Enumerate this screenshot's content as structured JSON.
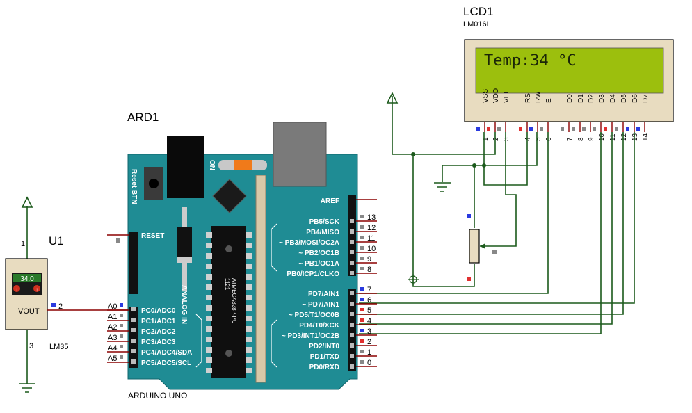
{
  "lcd": {
    "ref": "LCD1",
    "model": "LM016L",
    "display_text": "Temp:34 °C",
    "pins": [
      {
        "name": "VSS",
        "num": "1"
      },
      {
        "name": "VDD",
        "num": "2"
      },
      {
        "name": "VEE",
        "num": "3"
      },
      {
        "name": "RS",
        "num": "4"
      },
      {
        "name": "RW",
        "num": "5"
      },
      {
        "name": "E",
        "num": "6"
      },
      {
        "name": "D0",
        "num": "7"
      },
      {
        "name": "D1",
        "num": "8"
      },
      {
        "name": "D2",
        "num": "9"
      },
      {
        "name": "D3",
        "num": "10"
      },
      {
        "name": "D4",
        "num": "11"
      },
      {
        "name": "D5",
        "num": "12"
      },
      {
        "name": "D6",
        "num": "13"
      },
      {
        "name": "D7",
        "num": "14"
      }
    ]
  },
  "arduino": {
    "ref": "ARD1",
    "caption": "ARDUINO UNO",
    "reset_btn": "Reset BTN",
    "on_label": "ON",
    "analog_in": "ANALOG IN",
    "chip_label": "ATMEGA328P-PU",
    "chip_code": "1121",
    "reset_label": "RESET",
    "aref": "AREF",
    "right_top_pins": [
      {
        "label": "PB5/SCK",
        "num": "13"
      },
      {
        "label": "PB4/MISO",
        "num": "12"
      },
      {
        "label": "~ PB3/MOSI/OC2A",
        "num": "11"
      },
      {
        "label": "~ PB2/OC1B",
        "num": "10"
      },
      {
        "label": "~ PB1/OC1A",
        "num": "9"
      },
      {
        "label": "PB0/ICP1/CLKO",
        "num": "8"
      }
    ],
    "right_bottom_pins": [
      {
        "label": "PD7/AIN1",
        "num": "7"
      },
      {
        "label": "~ PD7/AIN1",
        "num": "6"
      },
      {
        "label": "~ PD5/T1/OC0B",
        "num": "5"
      },
      {
        "label": "PD4/T0/XCK",
        "num": "4"
      },
      {
        "label": "~ PD3/INT1/OC2B",
        "num": "3"
      },
      {
        "label": "PD2/INT0",
        "num": "2"
      },
      {
        "label": "PD1/TXD",
        "num": "1"
      },
      {
        "label": "PD0/RXD",
        "num": "0"
      }
    ],
    "analog_pins": [
      {
        "label": "PC0/ADC0",
        "num": "A0"
      },
      {
        "label": "PC1/ADC1",
        "num": "A1"
      },
      {
        "label": "PC2/ADC2",
        "num": "A2"
      },
      {
        "label": "PC3/ADC3",
        "num": "A3"
      },
      {
        "label": "PC4/ADC4/SDA",
        "num": "A4"
      },
      {
        "label": "PC5/ADC5/SCL",
        "num": "A5"
      }
    ]
  },
  "sensor": {
    "ref": "U1",
    "model": "LM35",
    "reading": "34.0",
    "out_label": "VOUT",
    "pin1": "1",
    "pin2": "2",
    "pin3": "3"
  },
  "colors": {
    "board": "#1f8c94",
    "lcd_screen": "#9cbf0d",
    "lcd_body": "#e8dcc0",
    "wire": "#1c5a1c",
    "pin_red": "#e03030",
    "pin_blue": "#2a3adf"
  }
}
